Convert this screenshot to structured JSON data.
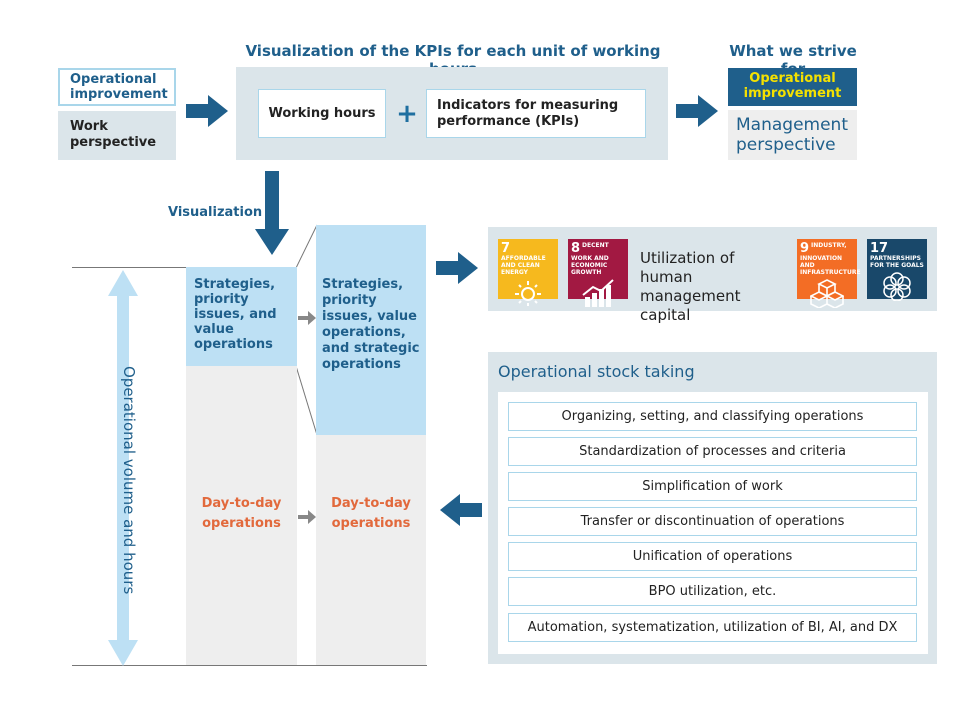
{
  "left_card": {
    "op_label": "Operational improvement",
    "work_label": "Work perspective"
  },
  "kpi": {
    "title": "Visualization of the KPIs for each unit of working hours",
    "working_hours": "Working hours",
    "plus": "+",
    "indicators": "Indicators for measuring performance (KPIs)"
  },
  "strive": {
    "title": "What we strive for",
    "op_label": "Operational improvement",
    "mgmt_label": "Management perspective"
  },
  "visualization_label": "Visualization",
  "vertical_label": "Operational volume and hours",
  "columns": {
    "left_blue": "Strategies, priority issues, and value operations",
    "left_day": "Day-to-day operations",
    "right_blue": "Strategies, priority issues, value operations, and strategic operations",
    "right_day": "Day-to-day operations"
  },
  "sdg": {
    "text": "Utilization of human management capital",
    "tiles": [
      {
        "num": "7",
        "label": "AFFORDABLE AND CLEAN ENERGY",
        "color": "#f6b91e"
      },
      {
        "num": "8",
        "label": "DECENT WORK AND ECONOMIC GROWTH",
        "color": "#a21942"
      },
      {
        "num": "9",
        "label": "INDUSTRY, INNOVATION AND INFRASTRUCTURE",
        "color": "#f36d25"
      },
      {
        "num": "17",
        "label": "PARTNERSHIPS FOR THE GOALS",
        "color": "#19486a"
      }
    ]
  },
  "stock": {
    "title": "Operational stock taking",
    "items": [
      "Organizing, setting, and classifying operations",
      "Standardization of processes and criteria",
      "Simplification of work",
      "Transfer or discontinuation of operations",
      "Unification of operations",
      "BPO utilization, etc.",
      "Automation, systematization, utilization of BI, AI, and DX"
    ]
  },
  "colors": {
    "navy": "#1f5f8b",
    "light_blue": "#bde0f4",
    "panel": "#dbe5ea",
    "orange": "#e2693c",
    "yellow": "#f5e100"
  }
}
